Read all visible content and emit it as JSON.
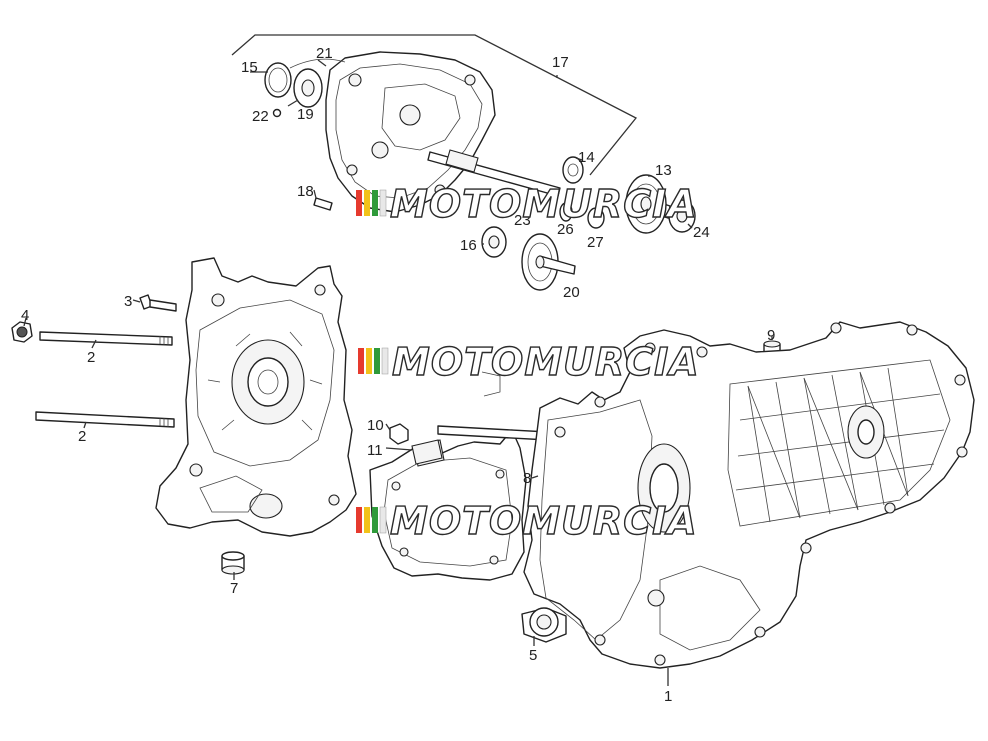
{
  "diagram": {
    "callouts": [
      "1",
      "2",
      "2",
      "3",
      "4",
      "5",
      "7",
      "8",
      "9",
      "10",
      "11",
      "13",
      "14",
      "15",
      "16",
      "17",
      "18",
      "19",
      "20",
      "21",
      "22",
      "23",
      "24",
      "26",
      "27"
    ]
  },
  "watermark": {
    "text": "MOTOMURCIA",
    "stripe_colors": [
      "#e63a2e",
      "#f2c21a",
      "#2f9a3a",
      "#e8e8e8"
    ]
  }
}
